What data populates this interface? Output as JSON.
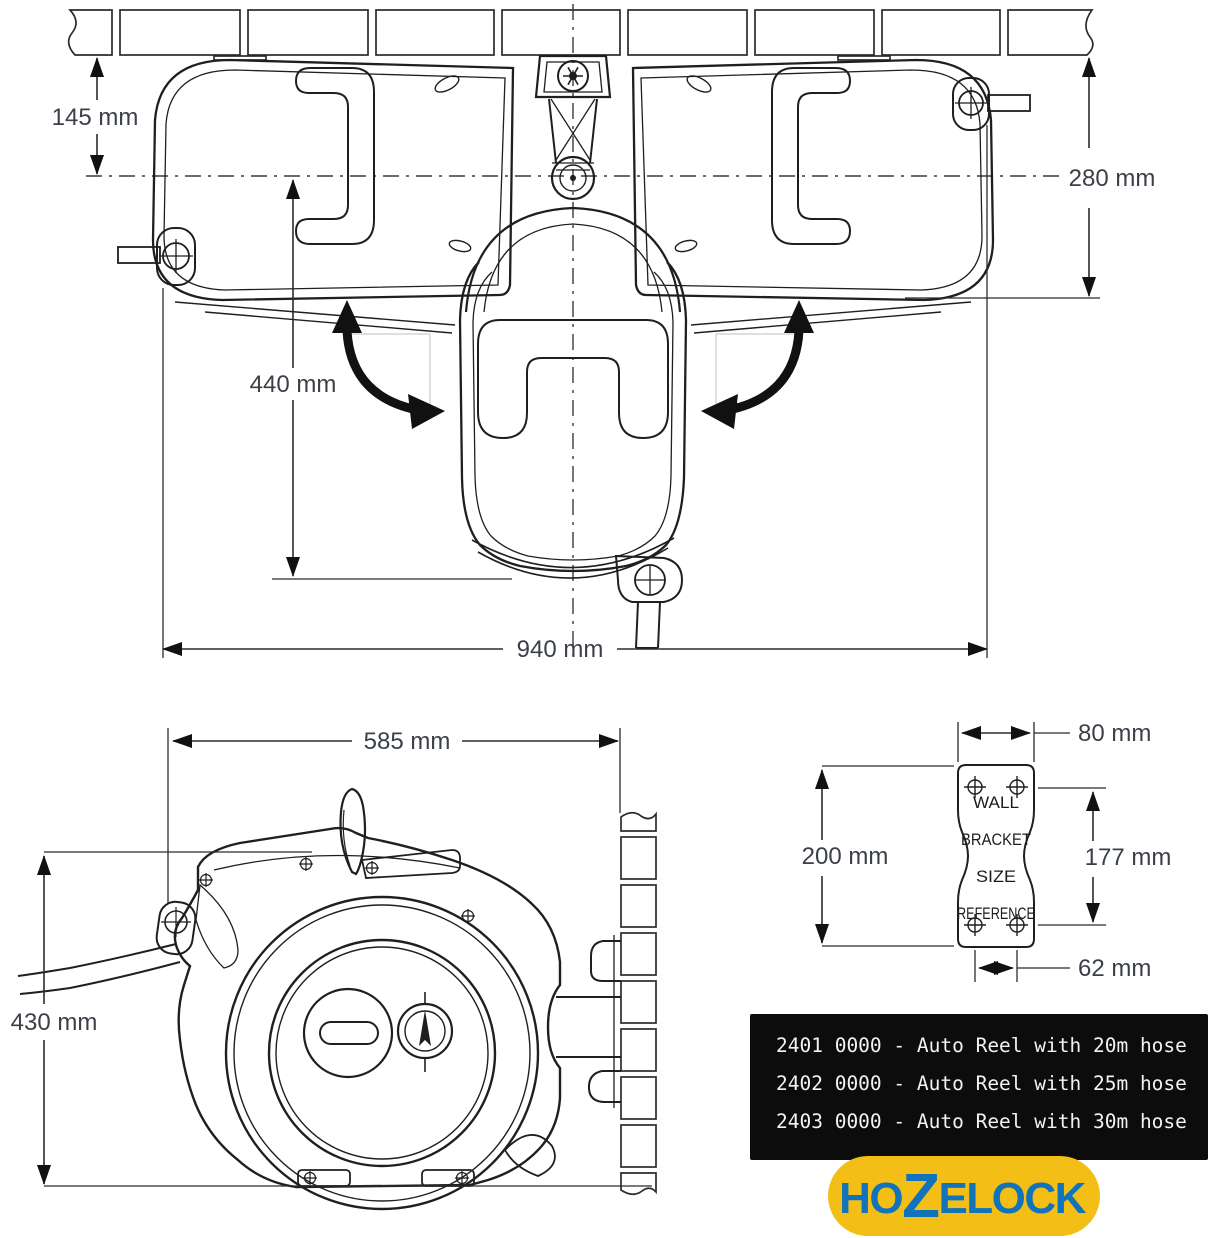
{
  "top_view": {
    "dim_wall_to_center": "145 mm",
    "dim_depth": "280 mm",
    "dim_center_drop": "440 mm",
    "dim_overall_width": "940 mm"
  },
  "side_view": {
    "dim_width": "585 mm",
    "dim_height": "430 mm"
  },
  "bracket": {
    "label_lines": [
      "WALL",
      "BRACKET",
      "SIZE",
      "REFERENCE"
    ],
    "dim_top_width": "80 mm",
    "dim_height": "200 mm",
    "dim_hole_spacing_vertical": "177 mm",
    "dim_hole_spacing_horizontal": "62 mm"
  },
  "product_codes": {
    "items": [
      "2401 0000 - Auto Reel with 20m hose",
      "2402 0000 - Auto Reel with 25m hose",
      "2403 0000 - Auto Reel with 30m hose"
    ]
  },
  "brand": {
    "name": "HOZELOCK",
    "parts": {
      "pre": "HO",
      "z": "Z",
      "post": "ELOCK"
    }
  },
  "colors": {
    "line": "#1f1f1f",
    "dim_text": "#3b4048",
    "codes_bg": "#0c0c0c",
    "codes_text": "#f2f2f2",
    "logo_bg": "#F3BF17",
    "logo_text": "#1173B9"
  }
}
